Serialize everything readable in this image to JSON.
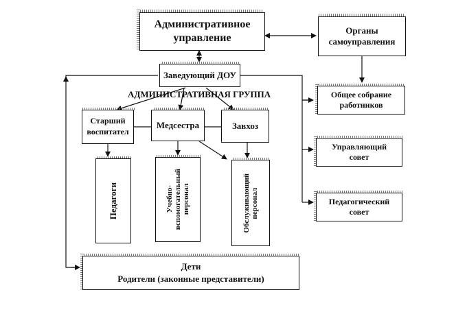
{
  "diagram": {
    "admin_management": "Административное\nуправление",
    "self_government_bodies": "Органы\nсамоуправления",
    "head": "Заведующий ДОУ",
    "admin_group_label": "АДМИНИСТРАТИВНАЯ ГРУППА",
    "senior_educator": "Старший\nвоспитател",
    "nurse": "Медсестра",
    "caretaker": "Завхоз",
    "teachers": "Педагоги",
    "support_staff": "Учебно-\nвспомогательный\nперсонал",
    "service_staff": "Обслуживающий\nперсонал",
    "general_meeting": "Общее собрание\nработников",
    "governing_council": "Управляющий\nсовет",
    "pedagogical_council": "Педагогический\nсовет",
    "children_parents": "Дети\nРодители (законные представители)"
  }
}
